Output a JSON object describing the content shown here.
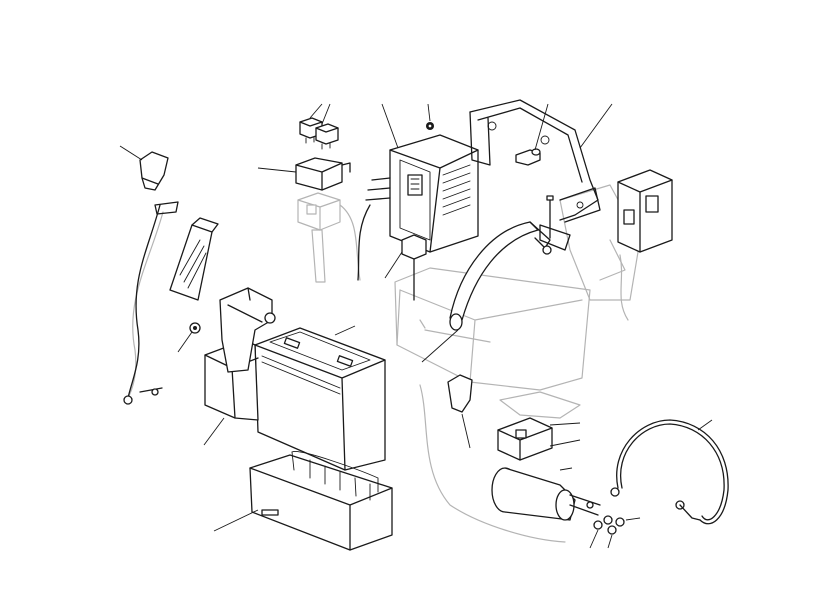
{
  "diagram": {
    "kind": "exploded-parts-view",
    "subject": "battery-and-electronic-control-unit-assembly",
    "line_color": "#1a1a1a",
    "ghost_color": "#b4b4b4",
    "background": "#ffffff",
    "callout_count": 22
  }
}
